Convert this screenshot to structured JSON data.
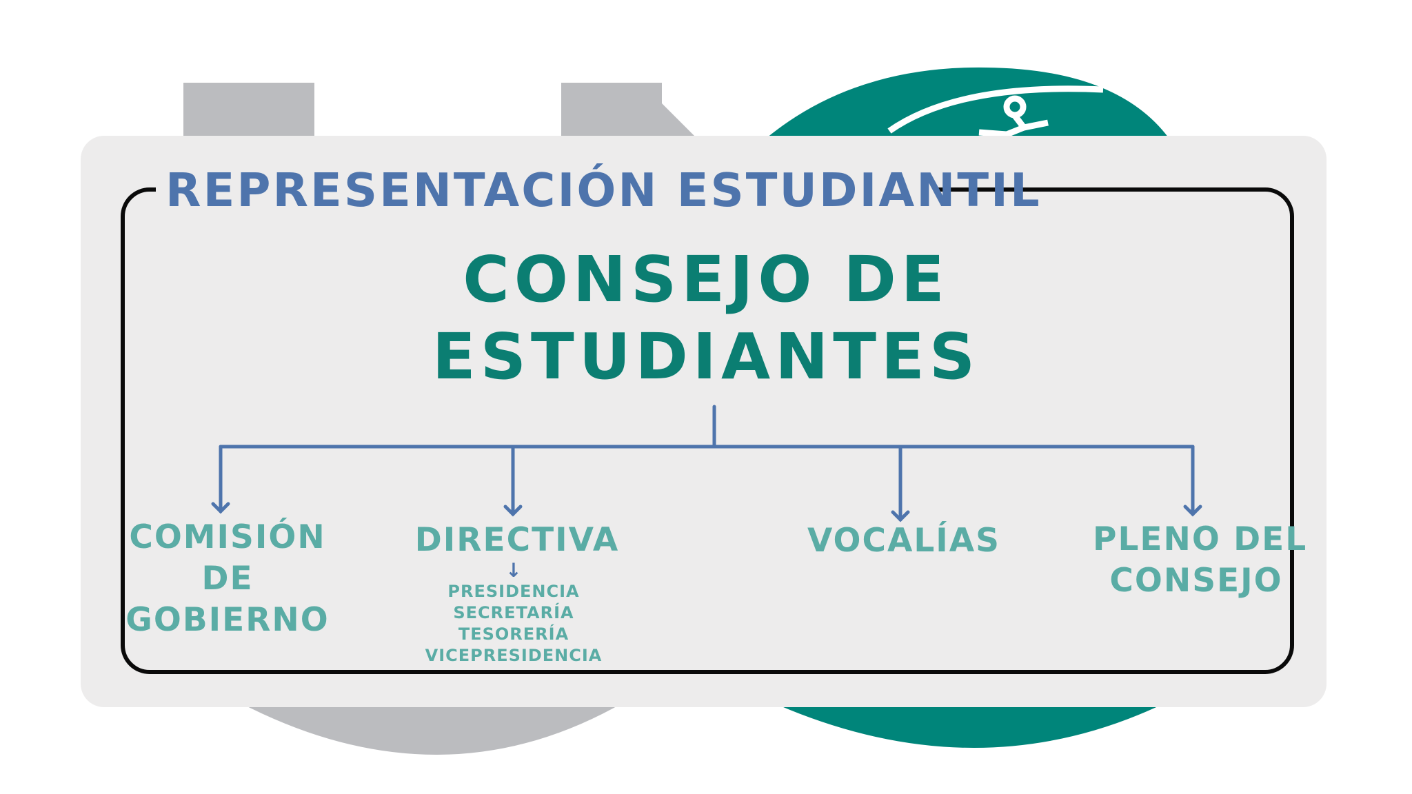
{
  "section_title": "REPRESENTACIÓN ESTUDIANTIL",
  "main_title": [
    "CONSEJO DE",
    "ESTUDIANTES"
  ],
  "children": [
    {
      "id": "comision",
      "lines": [
        "COMISIÓN",
        "DE",
        "GOBIERNO"
      ]
    },
    {
      "id": "directiva",
      "lines": [
        "DIRECTIVA"
      ],
      "sub_arrow": "↓",
      "sub_items": [
        "PRESIDENCIA",
        "SECRETARÍA",
        "TESORERÍA",
        "VICEPRESIDENCIA"
      ]
    },
    {
      "id": "vocalias",
      "lines": [
        "VOCALÍAS"
      ]
    },
    {
      "id": "pleno",
      "lines": [
        "PLENO DEL",
        "CONSEJO"
      ]
    }
  ],
  "colors": {
    "section_title": "#4e74ac",
    "main_title": "#0b7e72",
    "child_text": "#5aaca5",
    "connector": "#4e74ac",
    "panel": "#edecec",
    "frame": "#0a0a0a",
    "logo_grey": "#bbbcbf",
    "logo_teal": "#00857a"
  }
}
